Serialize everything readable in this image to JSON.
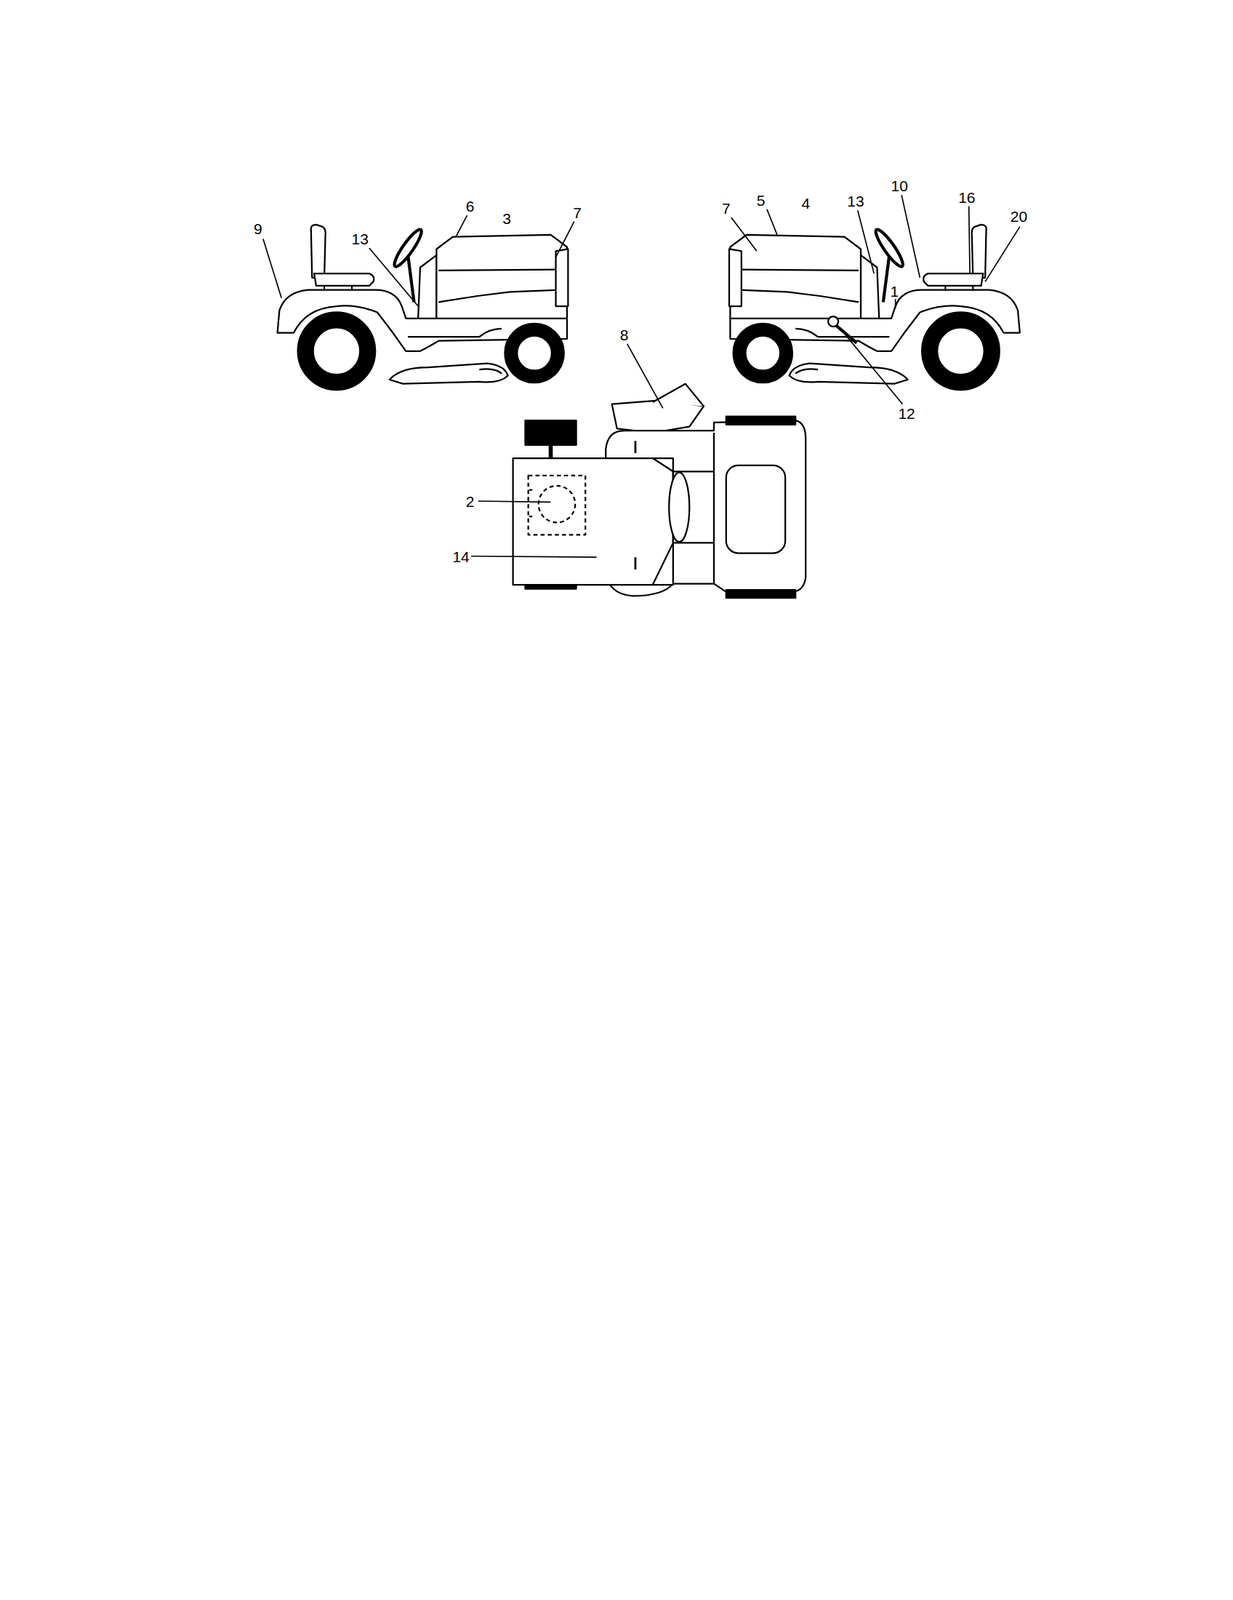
{
  "diagram": {
    "labels": [
      "9",
      "13",
      "6",
      "3",
      "7",
      "7",
      "5",
      "4",
      "13",
      "10",
      "16",
      "20",
      "1",
      "12",
      "8",
      "2",
      "14"
    ]
  }
}
